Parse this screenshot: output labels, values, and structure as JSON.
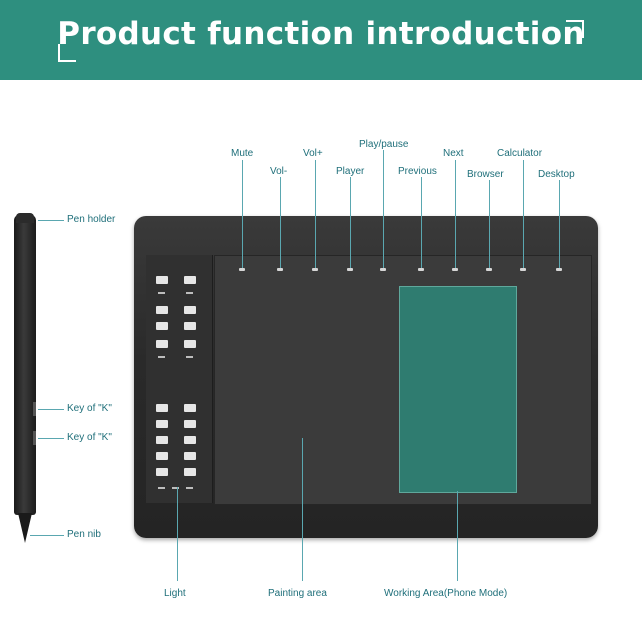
{
  "banner": {
    "title": "Product function introduction",
    "color": "#2e8f7f"
  },
  "colors": {
    "tablet": "#2b2b2b",
    "working_area": "#2f7c70",
    "callout": "#1f6f7a"
  },
  "callouts": {
    "mute": "Mute",
    "vol_minus": "Vol-",
    "vol_plus": "Vol+",
    "player": "Player",
    "play_pause": "Play/pause",
    "previous": "Previous",
    "next": "Next",
    "browser": "Browser",
    "calculator": "Calculator",
    "desktop": "Desktop",
    "pen_holder": "Pen holder",
    "key_k1": "Key of \"K\"",
    "key_k2": "Key of \"K\"",
    "pen_nib": "Pen nib",
    "light": "Light",
    "painting_area": "Painting area",
    "working_area": "Working Area(Phone Mode)"
  }
}
